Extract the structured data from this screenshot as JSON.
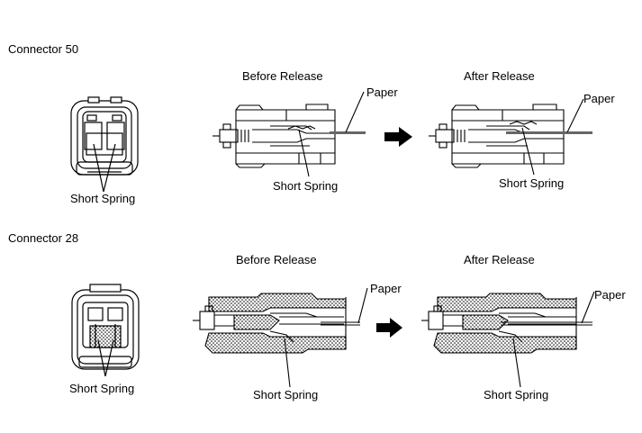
{
  "sections": [
    {
      "title": "Connector 50",
      "face_label": "Short Spring",
      "before": {
        "title": "Before Release",
        "paper": "Paper",
        "spring": "Short Spring"
      },
      "after": {
        "title": "After Release",
        "paper": "Paper",
        "spring": "Short Spring"
      }
    },
    {
      "title": "Connector 28",
      "face_label": "Short Spring",
      "before": {
        "title": "Before Release",
        "paper": "Paper",
        "spring": "Short Spring"
      },
      "after": {
        "title": "After Release",
        "paper": "Paper",
        "spring": "Short Spring"
      }
    }
  ]
}
